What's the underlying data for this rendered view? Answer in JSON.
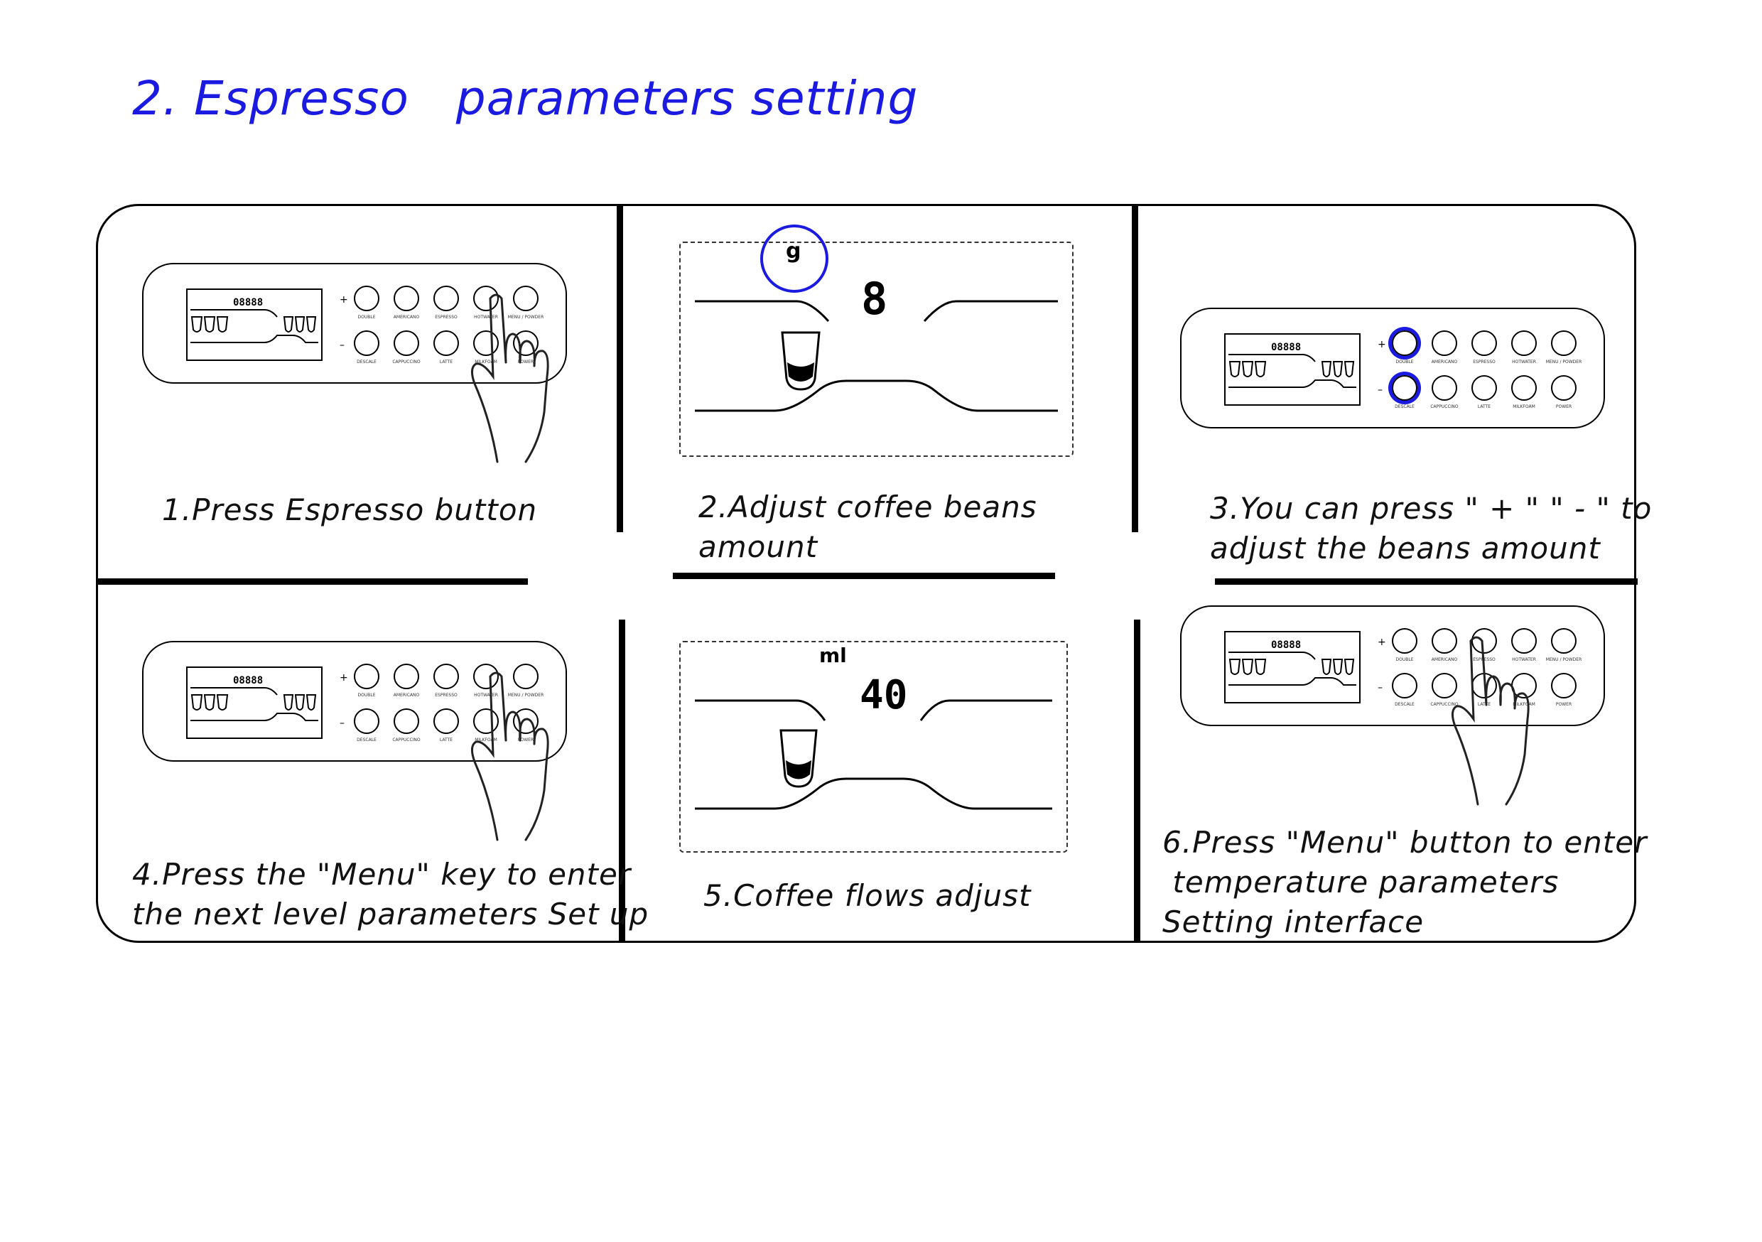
{
  "title": "2. Espresso   parameters setting",
  "colors": {
    "accent": "#1a1ae0",
    "ink": "#000000"
  },
  "buttons_top": [
    "DOUBLE",
    "AMERICANO",
    "ESPRESSO",
    "HOTWATER",
    "MENU / POWDER"
  ],
  "buttons_bottom": [
    "DESCALE",
    "CAPPUCCINO",
    "LATTE",
    "MILKFOAM",
    "POWER"
  ],
  "plus": "+",
  "minus": "–",
  "lcd_digits": "08888",
  "steps": [
    {
      "caption": "1.Press Espresso button"
    },
    {
      "caption": "2.Adjust coffee beans\namount",
      "unit": "g",
      "value": "8"
    },
    {
      "caption": "3.You can press \" + \" \" - \" to\nadjust the beans amount"
    },
    {
      "caption": "4.Press the \"Menu\" key to enter\nthe next level parameters Set up"
    },
    {
      "caption": "5.Coffee flows adjust",
      "unit": "ml",
      "value": "40"
    },
    {
      "caption": "6.Press \"Menu\" button to enter\n temperature parameters\nSetting interface"
    }
  ]
}
